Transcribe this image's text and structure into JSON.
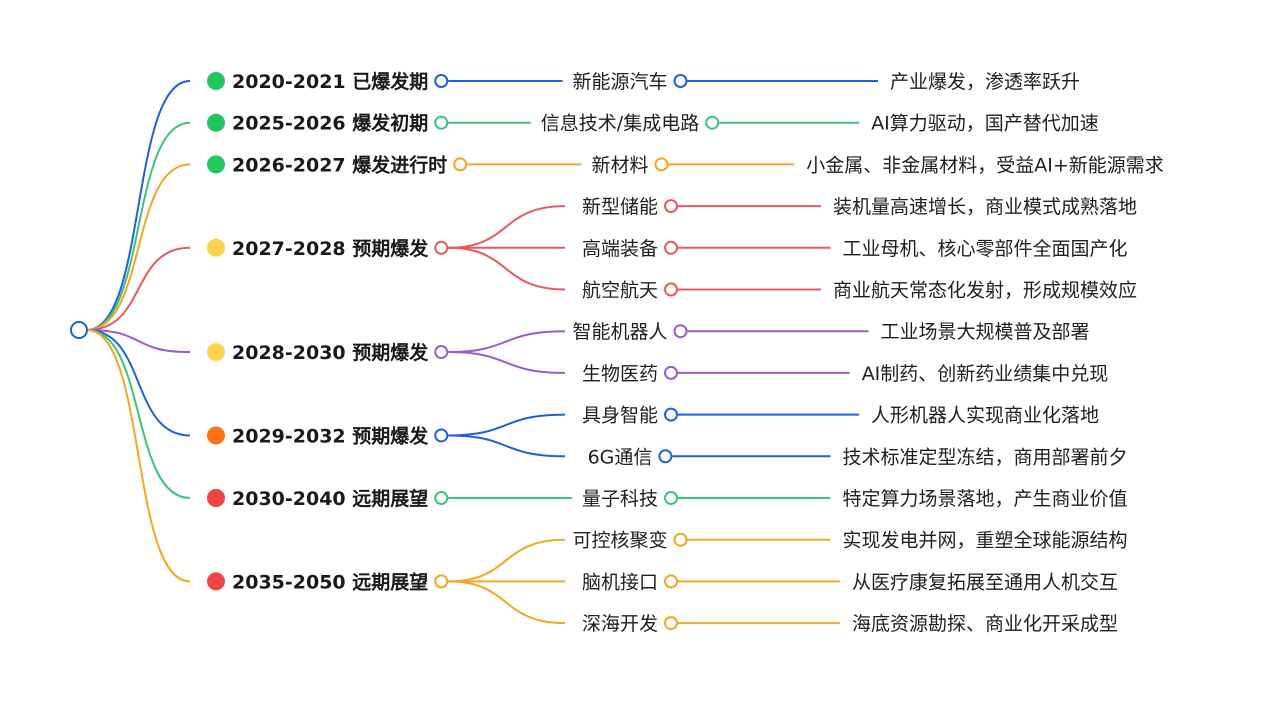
{
  "colors": {
    "blue": "#1f5fe0",
    "green": "#3cc47c",
    "orange": "#f5a623",
    "red": "#e85a5a",
    "purple": "#9b59d6",
    "dot_green": "#22c55e",
    "dot_yellow": "#fcd34d",
    "dot_orange": "#f97316",
    "dot_red": "#ef4444",
    "root": "#1f5fe0"
  },
  "stages": [
    {
      "label": "2020-2021 已爆发期",
      "color": "blue",
      "dot": "dot_green",
      "items": [
        {
          "sector": "新能源汽车",
          "desc": "产业爆发，渗透率跃升"
        }
      ]
    },
    {
      "label": "2025-2026 爆发初期",
      "color": "green",
      "dot": "dot_green",
      "items": [
        {
          "sector": "信息技术/集成电路",
          "desc": "AI算力驱动，国产替代加速"
        }
      ]
    },
    {
      "label": "2026-2027 爆发进行时",
      "color": "orange",
      "dot": "dot_green",
      "items": [
        {
          "sector": "新材料",
          "desc": "小金属、非金属材料，受益AI+新能源需求"
        }
      ]
    },
    {
      "label": "2027-2028 预期爆发",
      "color": "red",
      "dot": "dot_yellow",
      "items": [
        {
          "sector": "新型储能",
          "desc": "装机量高速增长，商业模式成熟落地"
        },
        {
          "sector": "高端装备",
          "desc": "工业母机、核心零部件全面国产化"
        },
        {
          "sector": "航空航天",
          "desc": "商业航天常态化发射，形成规模效应"
        }
      ]
    },
    {
      "label": "2028-2030 预期爆发",
      "color": "purple",
      "dot": "dot_yellow",
      "items": [
        {
          "sector": "智能机器人",
          "desc": "工业场景大规模普及部署"
        },
        {
          "sector": "生物医药",
          "desc": "AI制药、创新药业绩集中兑现"
        }
      ]
    },
    {
      "label": "2029-2032 预期爆发",
      "color": "blue",
      "dot": "dot_orange",
      "items": [
        {
          "sector": "具身智能",
          "desc": "人形机器人实现商业化落地"
        },
        {
          "sector": "6G通信",
          "desc": "技术标准定型冻结，商用部署前夕"
        }
      ]
    },
    {
      "label": "2030-2040 远期展望",
      "color": "green",
      "dot": "dot_red",
      "items": [
        {
          "sector": "量子科技",
          "desc": "特定算力场景落地，产生商业价值"
        }
      ]
    },
    {
      "label": "2035-2050 远期展望",
      "color": "orange",
      "dot": "dot_red",
      "items": [
        {
          "sector": "可控核聚变",
          "desc": "实现发电并网，重塑全球能源结构"
        },
        {
          "sector": "脑机接口",
          "desc": "从医疗康复拓展至通用人机交互"
        },
        {
          "sector": "深海开发",
          "desc": "海底资源勘探、商业化开采成型"
        }
      ]
    }
  ]
}
